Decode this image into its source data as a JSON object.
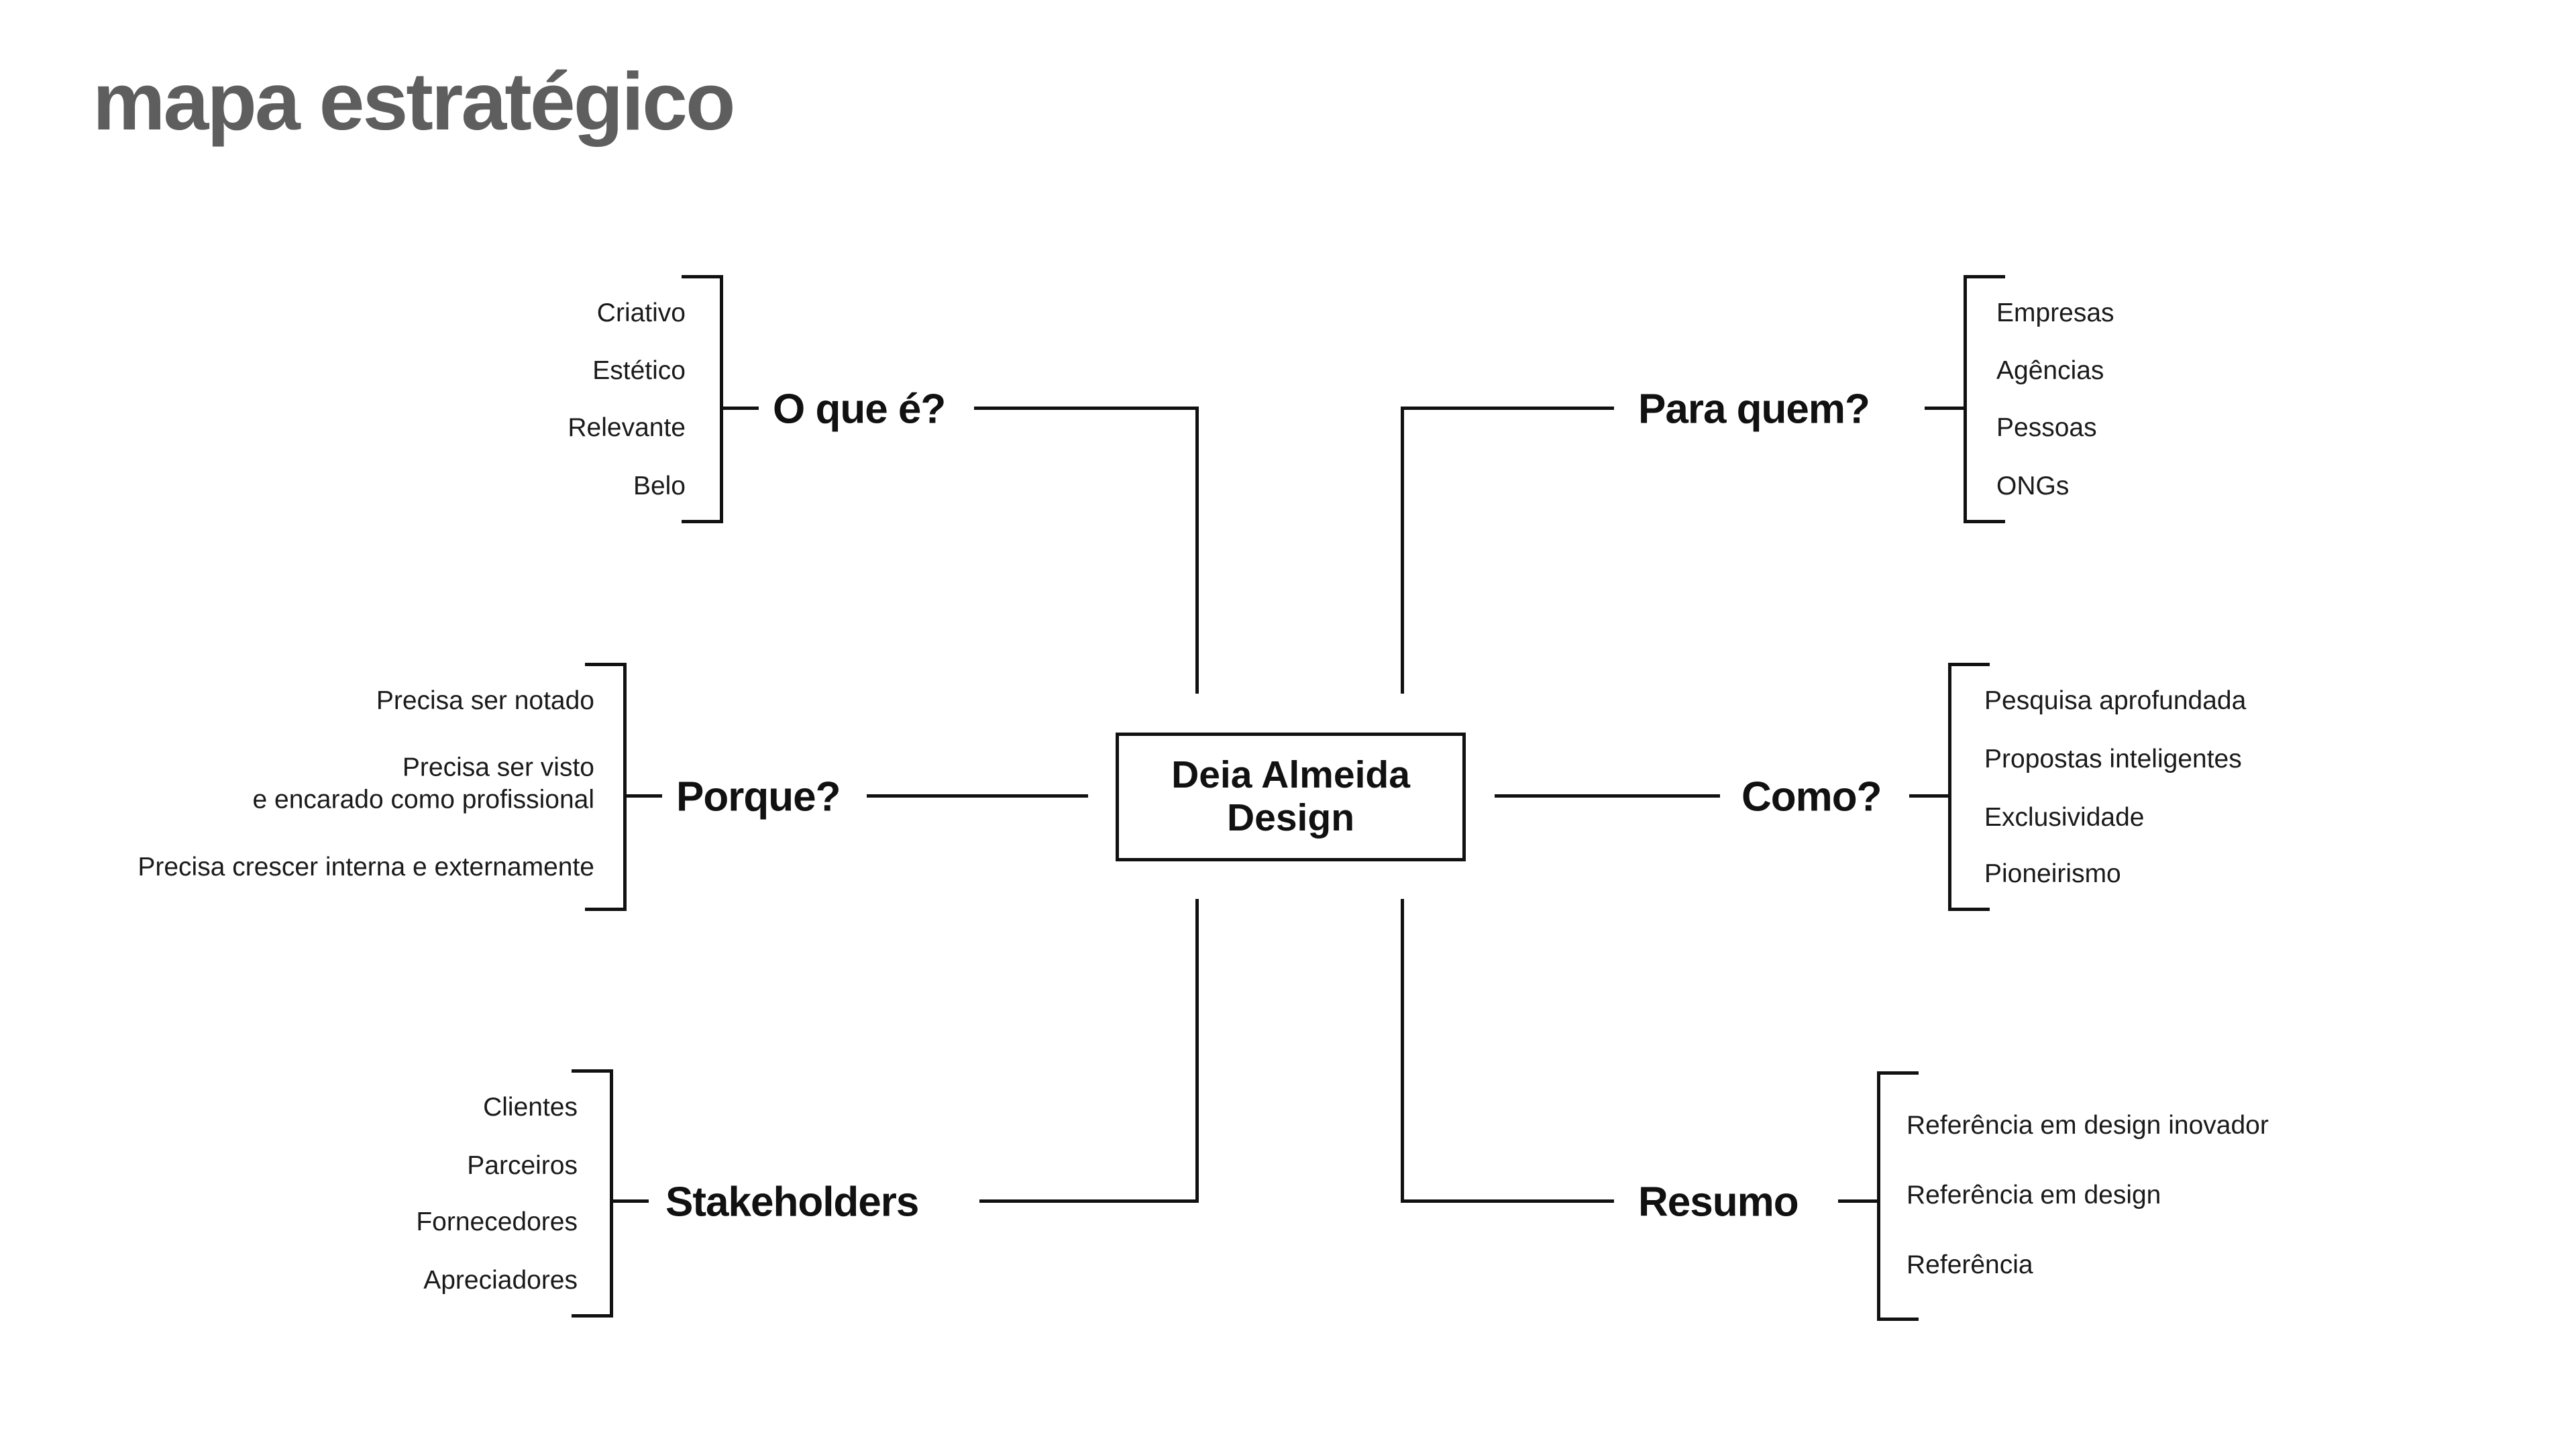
{
  "title": "mapa estratégico",
  "colors": {
    "background": "#ffffff",
    "title_text": "#5e5e5e",
    "ink": "#111111"
  },
  "center": {
    "label": "Deia Almeida\nDesign"
  },
  "branches": {
    "o_que_e": {
      "label": "O que é?",
      "items": [
        "Criativo",
        "Estético",
        "Relevante",
        "Belo"
      ]
    },
    "para_quem": {
      "label": "Para quem?",
      "items": [
        "Empresas",
        "Agências",
        "Pessoas",
        "ONGs"
      ]
    },
    "porque": {
      "label": "Porque?",
      "items": [
        "Precisa ser notado",
        "Precisa ser visto\ne encarado como profissional",
        "Precisa crescer interna e externamente"
      ]
    },
    "como": {
      "label": "Como?",
      "items": [
        "Pesquisa aprofundada",
        "Propostas inteligentes",
        "Exclusividade",
        "Pioneirismo"
      ]
    },
    "stakeholders": {
      "label": "Stakeholders",
      "items": [
        "Clientes",
        "Parceiros",
        "Fornecedores",
        "Apreciadores"
      ]
    },
    "resumo": {
      "label": "Resumo",
      "items": [
        "Referência em design inovador",
        "Referência em design",
        "Referência"
      ]
    }
  }
}
